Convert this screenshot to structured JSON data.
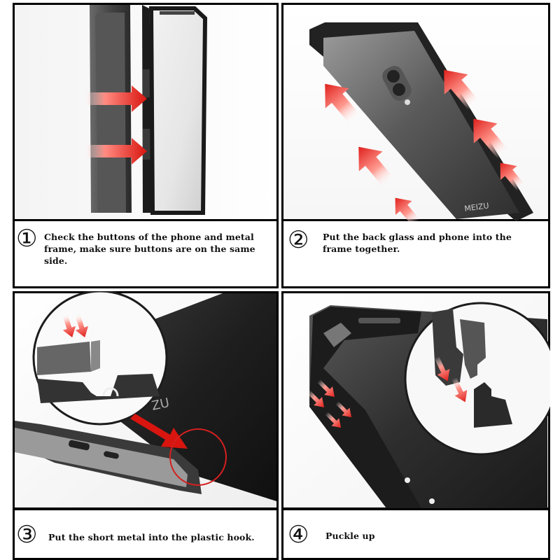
{
  "steps": [
    {
      "number": "①",
      "text": "Check the buttons of the phone and metal frame, make sure buttons are on the same side."
    },
    {
      "number": "②",
      "text": "Put the back glass and phone into the frame together."
    },
    {
      "number": "③",
      "text": "Put the short metal into the plastic hook."
    },
    {
      "number": "④",
      "text": "Puckle up"
    }
  ],
  "photo_labels": {
    "brand_panel2": "MEIZU",
    "brand_panel3": "ZU"
  },
  "colors": {
    "panel_border": "#000000",
    "arrow_red": "#e0201c",
    "highlight_circle": "#d42020",
    "frame_metal": "#2a2a2a",
    "glass": "#3a3a3a"
  }
}
